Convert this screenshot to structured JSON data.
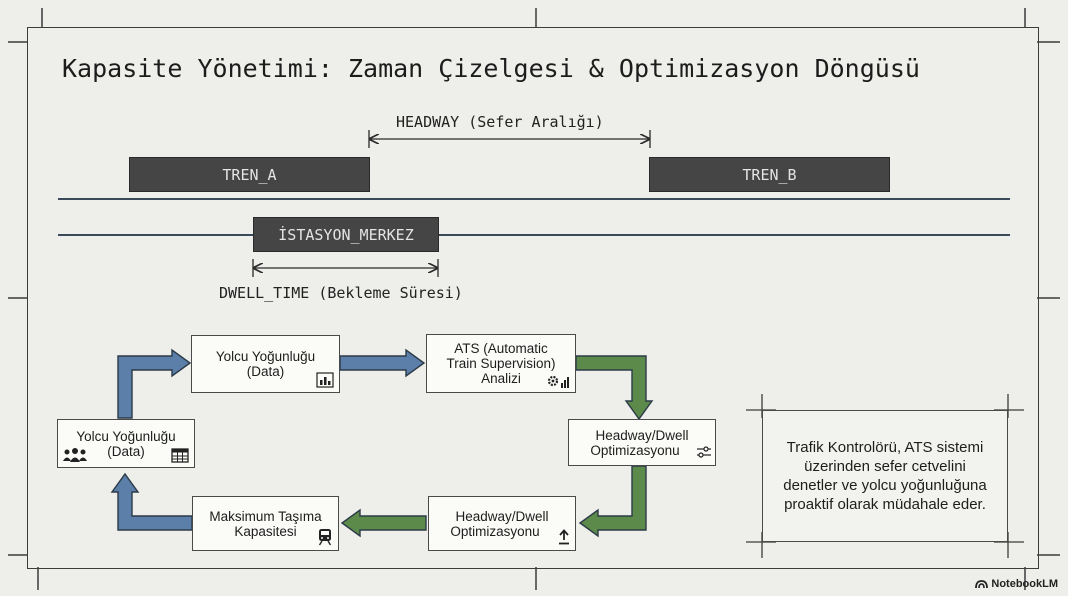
{
  "title": "Kapasite Yönetimi: Zaman Çizelgesi & Optimizasyon Döngüsü",
  "timeline": {
    "headway_label": "HEADWAY (Sefer Aralığı)",
    "dwell_label": "DWELL_TIME (Bekleme Süresi)",
    "train_a": "TREN_A",
    "train_b": "TREN_B",
    "station": "İSTASYON_MERKEZ"
  },
  "cycle": {
    "node1": [
      "Yolcu Yoğunluğu",
      "(Data)"
    ],
    "node2": [
      "ATS (Automatic",
      "Train Supervision)",
      "Analizi"
    ],
    "node3": [
      "Headway/Dwell",
      "Optimizasyonu"
    ],
    "node4": [
      "Headway/Dwell",
      "Optimizasyonu"
    ],
    "node5": [
      "Maksimum Taşıma",
      "Kapasitesi"
    ],
    "node6": [
      "Yolcu Yoğunluğu",
      "(Data)"
    ]
  },
  "note": {
    "text": "Trafik Kontrolörü, ATS sistemi üzerinden sefer cetvelini denetler ve yolcu yoğunluğuna proaktif olarak müdahale eder."
  },
  "brand": {
    "name": "NotebookLM"
  },
  "colors": {
    "blue_arrow": "#5b7fa8",
    "green_arrow": "#5b8a4a",
    "bar": "#454545"
  },
  "icons": [
    "chart-icon",
    "gears-icon",
    "sliders-icon",
    "upload-icon",
    "train-icon",
    "people-icon",
    "table-icon",
    "notebooklm-icon"
  ]
}
